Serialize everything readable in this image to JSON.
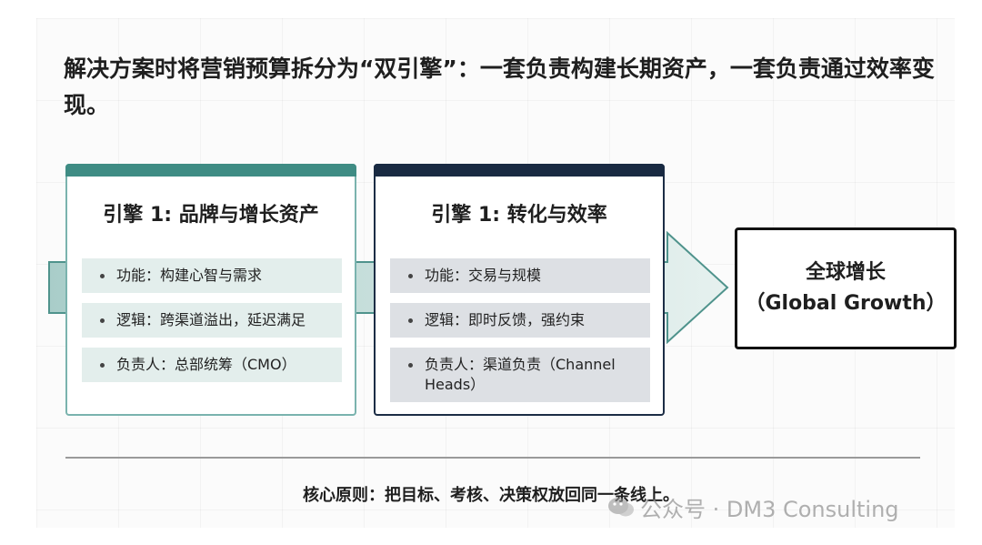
{
  "headline": "解决方案时将营销预算拆分为“双引擎”：一套负责构建长期资产，一套负责通过效率变现。",
  "engines": [
    {
      "title": "引擎 1: 品牌与增长资产",
      "items": [
        "功能：构建心智与需求",
        "逻辑：跨渠道溢出，延迟满足",
        "负责人：总部统筹（CMO）"
      ]
    },
    {
      "title": "引擎 1: 转化与效率",
      "items": [
        "功能：交易与规模",
        "逻辑：即时反馈，强约束",
        "负责人：渠道负责（Channel Heads）"
      ]
    }
  ],
  "goal": {
    "title": "全球增长",
    "subtitle": "（Global Growth）"
  },
  "principle": "核心原则：把目标、考核、决策权放回同一条线上。",
  "watermark": "公众号 · DM3 Consulting",
  "colors": {
    "teal": "#3f8c84",
    "teal_light": "#e3eeec",
    "navy": "#192a42",
    "gray_light": "#dde0e4",
    "arrow_fill": "#b9d6d3"
  }
}
